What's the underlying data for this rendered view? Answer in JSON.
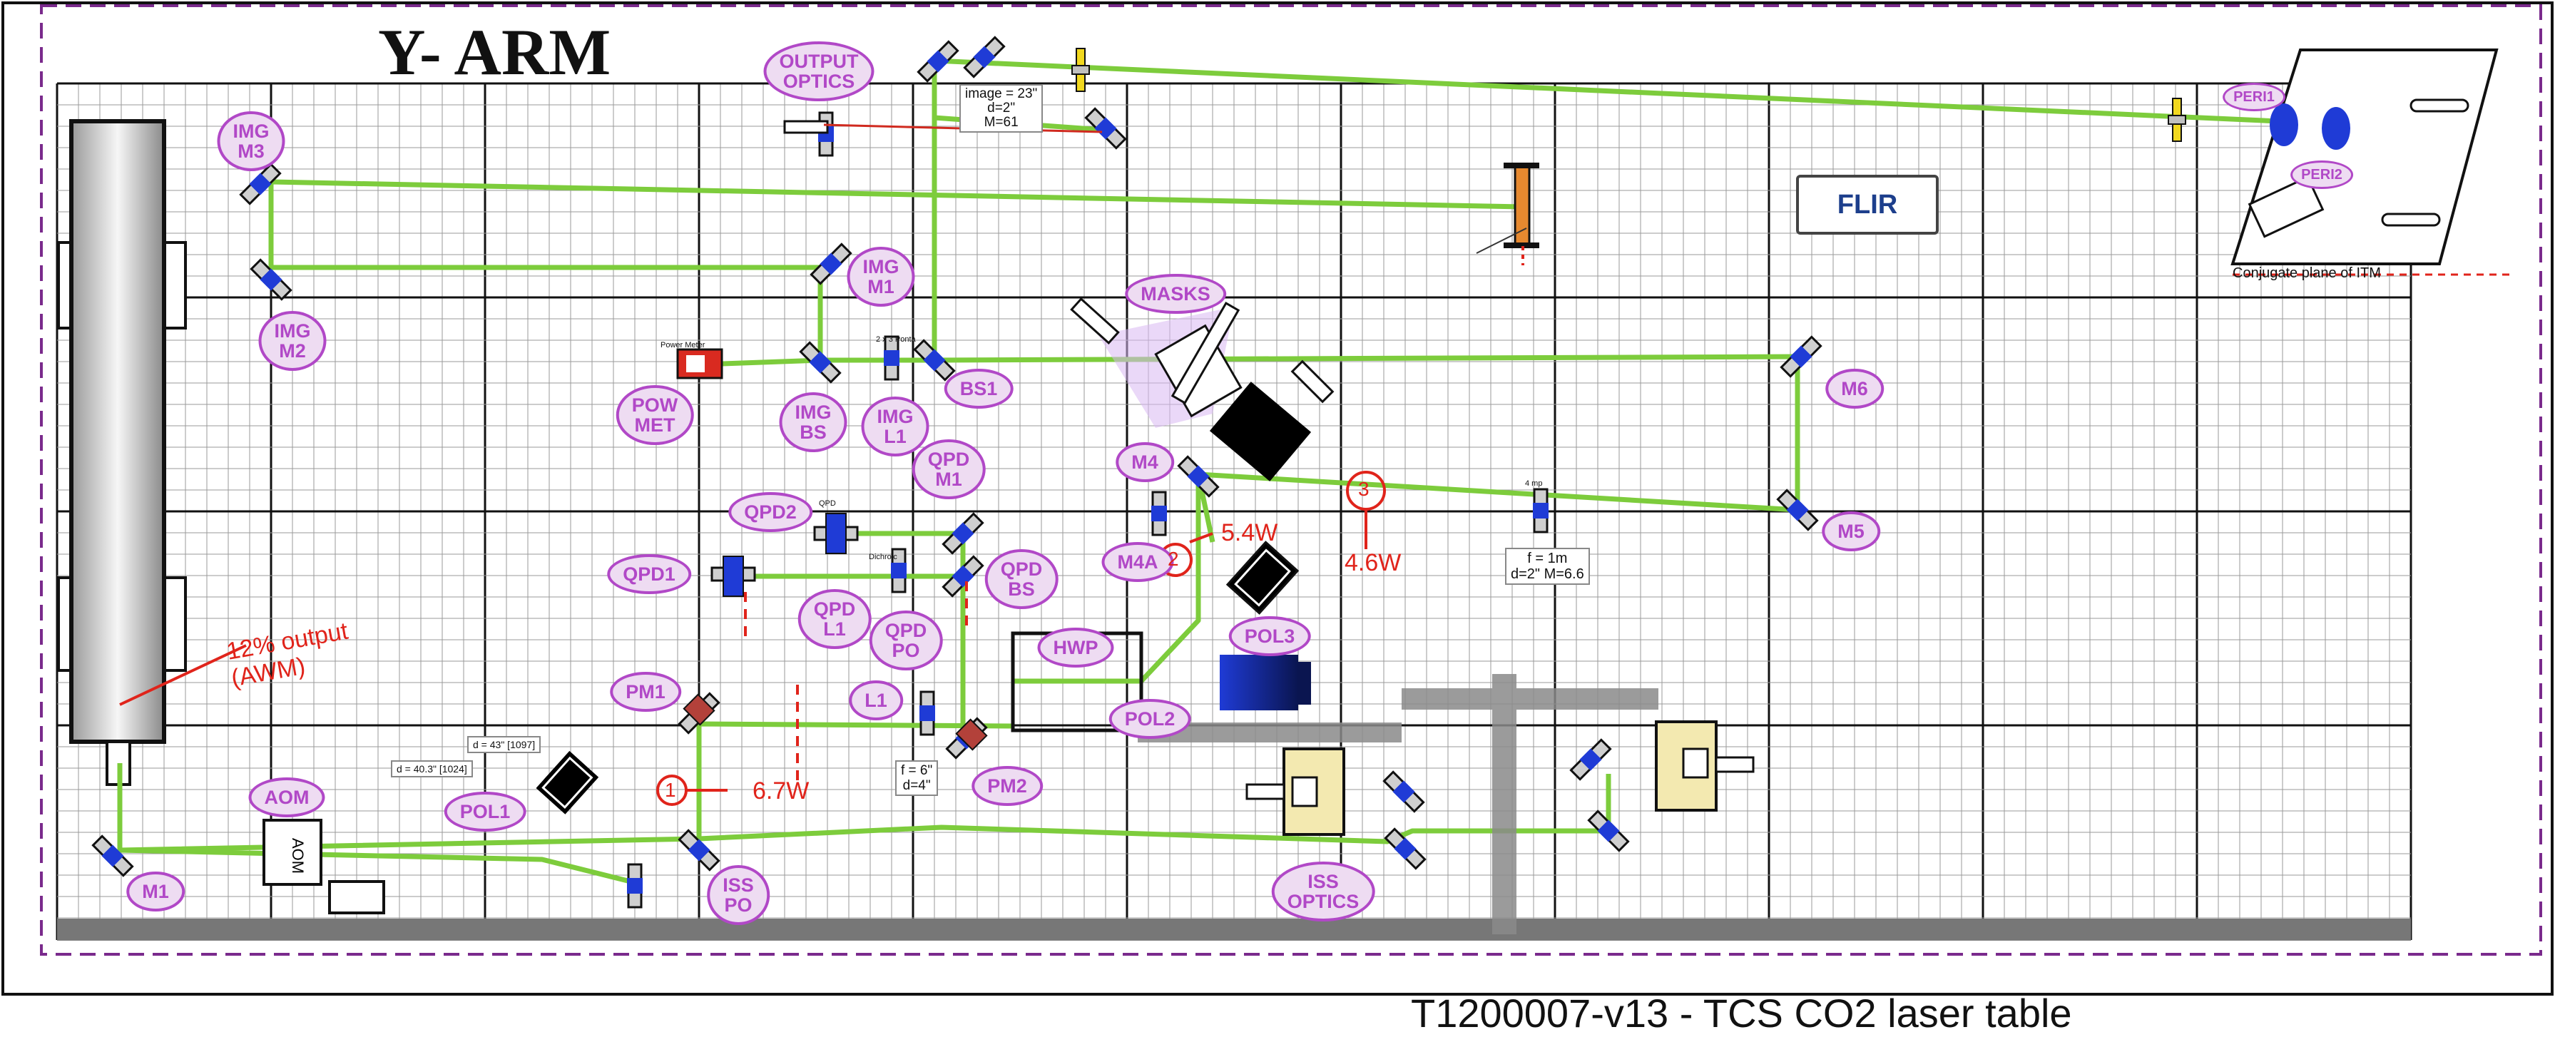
{
  "title": "Y- ARM",
  "caption": "T1200007-v13 - TCS CO2 laser table",
  "flir_logo": "FLIR",
  "colors": {
    "beam": "#7dcc3c",
    "label_border": "#b148c7",
    "label_fill": "#eedcf2",
    "grid_minor": "#9a9a9a",
    "grid_major": "#111111",
    "frame_dash": "#7a2a8c",
    "annotation": "#e0241b",
    "mount_blue": "#1f3bd6"
  },
  "labels": {
    "img_m3": "IMG\nM3",
    "img_m2": "IMG\nM2",
    "output_optics": "OUTPUT\nOPTICS",
    "img_m1": "IMG\nM1",
    "masks": "MASKS",
    "bs1": "BS1",
    "m6": "M6",
    "pow_met": "POW\nMET",
    "img_bs": "IMG\nBS",
    "img_l1": "IMG\nL1",
    "qpd_m1": "QPD\nM1",
    "m4": "M4",
    "qpd2": "QPD2",
    "m5": "M5",
    "qpd1": "QPD1",
    "qpd_bs": "QPD\nBS",
    "m4a": "M4A",
    "pol3": "POL3",
    "qpd_l1": "QPD\nL1",
    "qpd_po": "QPD\nPO",
    "hwp": "HWP",
    "pm1": "PM1",
    "l1": "L1",
    "pol2": "POL2",
    "pm2": "PM2",
    "aom": "AOM",
    "pol1": "POL1",
    "iss_po": "ISS\nPO",
    "iss_optics": "ISS\nOPTICS",
    "m1": "M1",
    "peri1": "PERI1",
    "peri2": "PERI2"
  },
  "texts": {
    "conjugate_plane": "Conjugate plane of ITM",
    "image_spec": "image = 23\"\nd=2\"\nM=61",
    "f1m_spec": "f = 1m\nd=2\" M=6.6",
    "l1_spec": "f = 6\"\nd=4\"",
    "dist_a": "d = 40.3\" [1024]",
    "dist_b": "d = 43\" [1097]",
    "aom_box": "AOM",
    "power_meter_tag": "Power Meter",
    "small_tag_1": "2 x 3 Ponta",
    "small_tag_2": "4 mp",
    "small_tag_3": "QPD",
    "small_tag_4": "Dichroic"
  },
  "annotations": {
    "laser_output": "12% output\n(AWM)",
    "mark_1": "1",
    "mark_1_power": "6.7W",
    "mark_2": "2",
    "mark_2_power": "5.4W",
    "mark_3": "3",
    "mark_3_power": "4.6W"
  }
}
